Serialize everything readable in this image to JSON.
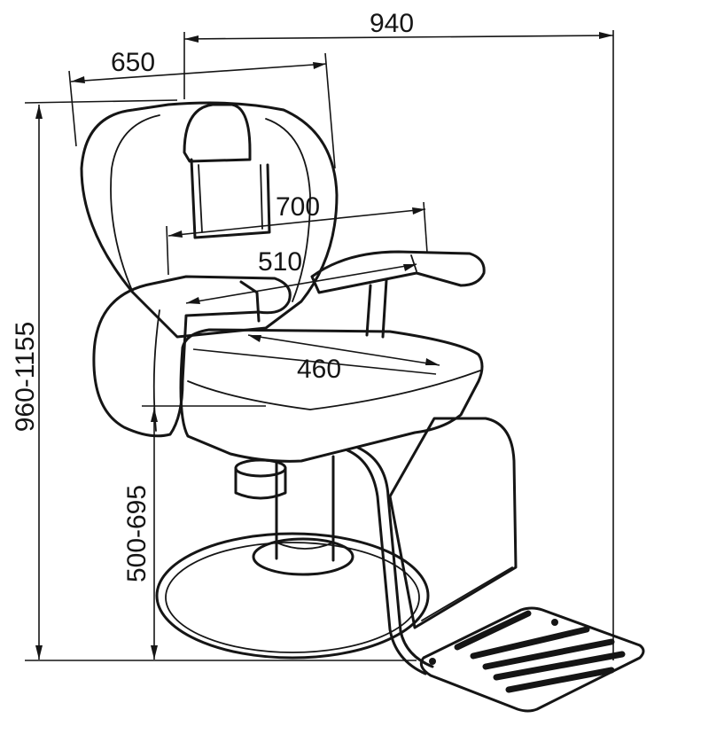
{
  "dimensions": {
    "overall_depth": "940",
    "back_width": "650",
    "arm_span": "700",
    "seat_width": "510",
    "seat_depth": "460",
    "overall_height": "960-1155",
    "seat_height": "500-695"
  }
}
